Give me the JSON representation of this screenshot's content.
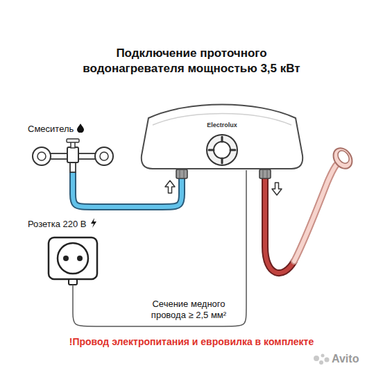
{
  "diagram": {
    "title": "Подключение проточного водонагревателя мощностью 3,5 кВт",
    "nodes": [
      {
        "text": [
          "Electrolux"
        ]
      },
      {
        "text": [
          "Смеситель"
        ]
      },
      {
        "text": [
          "Розетка 220 В"
        ]
      }
    ],
    "edges": [
      {
        "from": 1,
        "to": 0,
        "arrow": "to"
      },
      {
        "from": 2,
        "to": 0,
        "label": "Сечение медного провода ≥ 2,5 мм²",
        "arrow": "none"
      }
    ],
    "labels": [
      "!Провод электропитания и евровилка в комплекте",
      "Avito"
    ]
  }
}
